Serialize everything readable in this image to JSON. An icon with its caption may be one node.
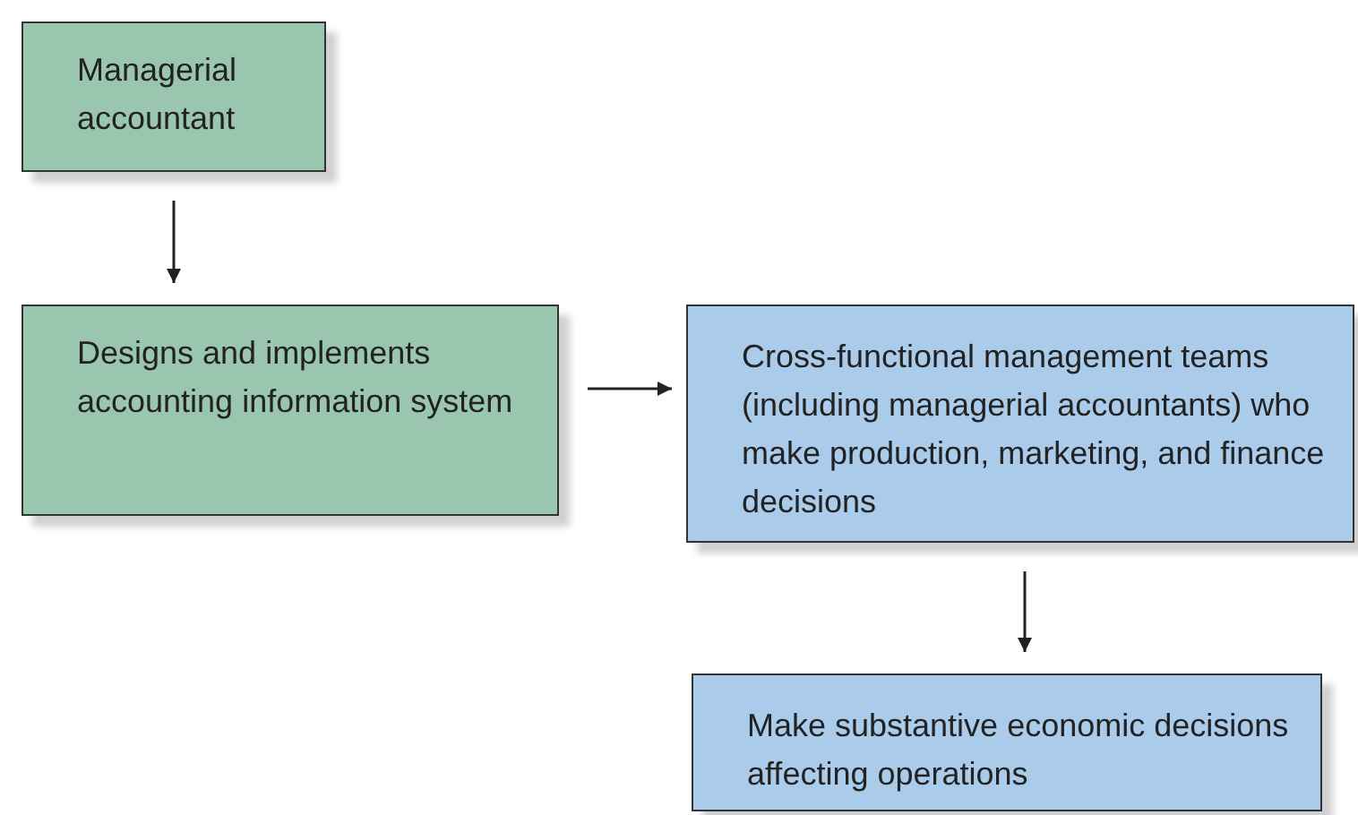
{
  "diagram": {
    "nodes": [
      {
        "text": [
          "Managerial accountant"
        ]
      },
      {
        "text": [
          "Designs and implements accounting information system"
        ]
      },
      {
        "text": [
          "Cross-functional management teams (including managerial accountants) who make production, marketing, and finance decisions"
        ]
      },
      {
        "text": [
          "Make substantive economic decisions affecting operations"
        ]
      }
    ],
    "edges": [
      {
        "from": 0,
        "to": 1,
        "arrow": "to"
      },
      {
        "from": 1,
        "to": 2,
        "arrow": "to"
      },
      {
        "from": 2,
        "to": 3,
        "arrow": "to"
      }
    ]
  }
}
